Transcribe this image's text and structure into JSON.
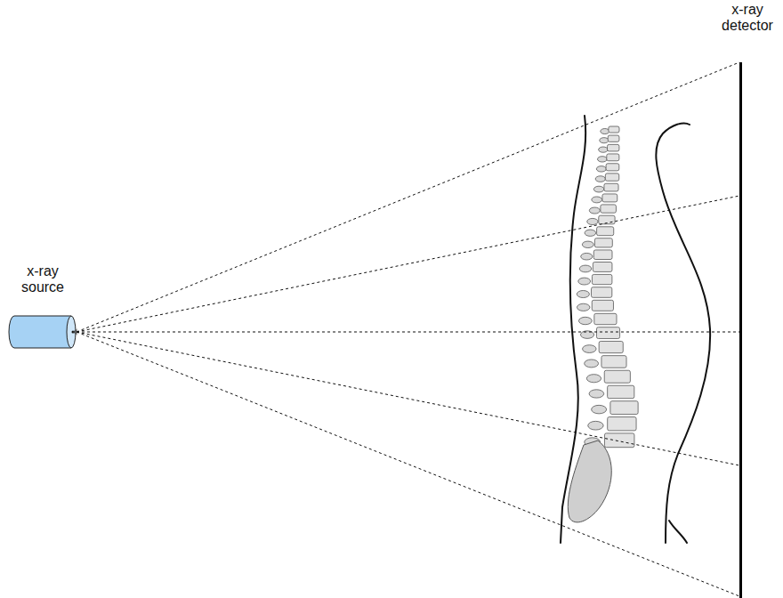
{
  "diagram": {
    "nodes": [
      {
        "text": [
          "x-ray source"
        ]
      },
      {
        "text": [
          "x-ray detector"
        ]
      }
    ],
    "edges": [
      {
        "from": 0,
        "to": 1,
        "arrow": "none"
      },
      {
        "from": 0,
        "to": 1,
        "arrow": "none"
      },
      {
        "from": 0,
        "to": 1,
        "arrow": "none"
      },
      {
        "from": 0,
        "to": 1,
        "arrow": "none"
      },
      {
        "from": 0,
        "to": 1,
        "arrow": "none"
      }
    ]
  }
}
